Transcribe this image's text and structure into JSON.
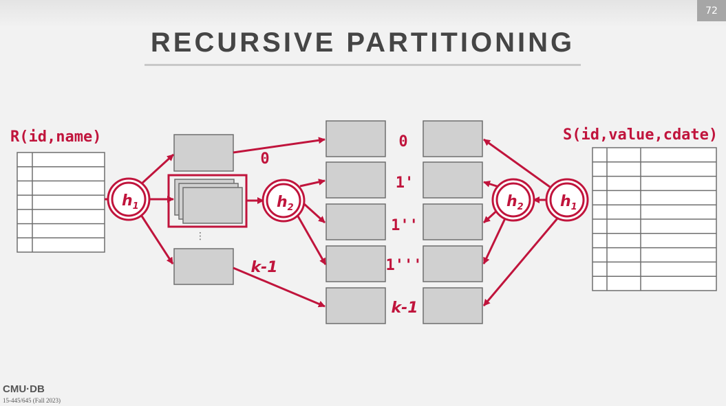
{
  "slide": {
    "number": "72",
    "title": "RECURSIVE PARTITIONING"
  },
  "footer": {
    "logo": "CMU·DB",
    "course": "15-445/645 (Fall 2023)"
  },
  "tables": {
    "left": "R(id,name)",
    "right": "S(id,value,cdate)"
  },
  "hash_functions": {
    "h1": "h",
    "h1_sub": "1",
    "h2": "h",
    "h2_sub": "2"
  },
  "partition_labels": {
    "first_level_0": "0",
    "first_level_k": "k-1",
    "ellipsis": "⋮"
  },
  "bucket_labels": [
    "0",
    "1'",
    "1''",
    "1'''",
    "k-1"
  ],
  "colors": {
    "accent": "#c0143c",
    "box_fill": "#d0d0d0",
    "box_stroke": "#6e6e6e"
  }
}
